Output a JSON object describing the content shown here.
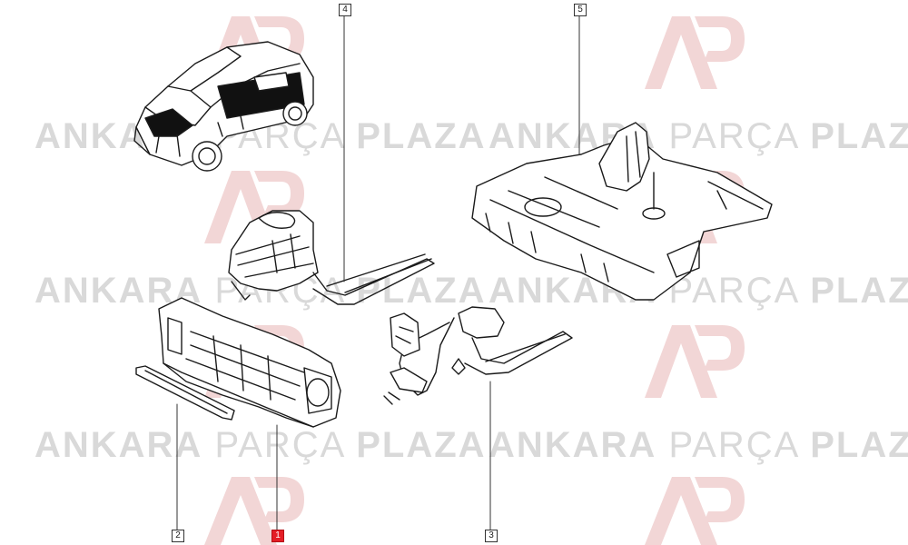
{
  "watermark": {
    "bold": "ANKARA",
    "light": "PARÇA",
    "bold2": "PLAZA",
    "logo": "ap-logo",
    "color": "#d9d9d9",
    "logo_color": "#f1d2d2"
  },
  "callouts": [
    {
      "label": "1",
      "active": true
    },
    {
      "label": "2",
      "active": false
    },
    {
      "label": "3",
      "active": false
    },
    {
      "label": "4",
      "active": false
    },
    {
      "label": "5",
      "active": false
    }
  ],
  "colors": {
    "line": "#1a1a1a",
    "active_callout": "#e41e26"
  }
}
